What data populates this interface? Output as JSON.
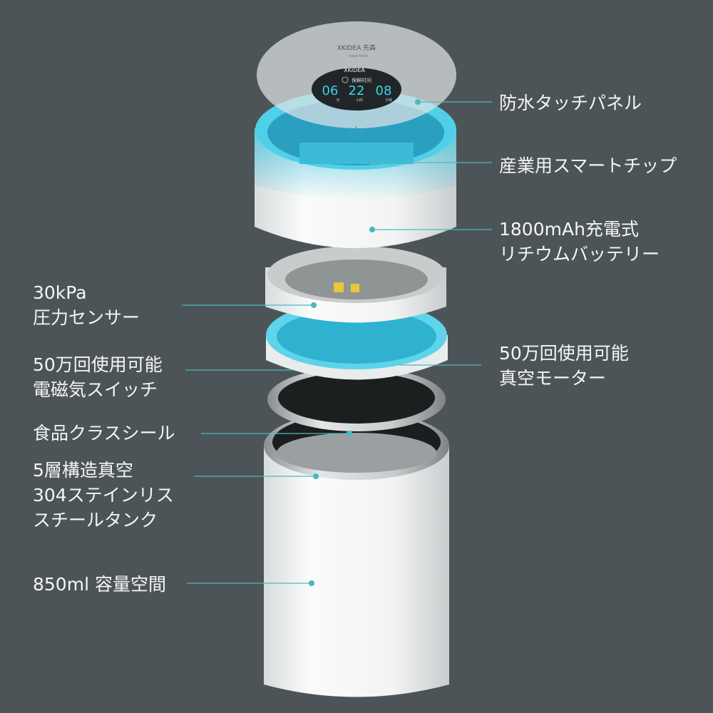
{
  "colors": {
    "background": "#4c5457",
    "accent": "#4fb8bd",
    "cyan_glow": "#4ad0e6"
  },
  "device": {
    "logo_text": "XKIDEA 先森",
    "logo_subtext": "keep fresh",
    "screen_brand": "XKIDEA",
    "screen_title": "保鮮时间",
    "time_values": [
      "06",
      "22",
      "08"
    ],
    "time_units": [
      "天",
      "小时",
      "分钟"
    ]
  },
  "callouts_right": [
    {
      "lines": [
        "防水タッチパネル"
      ]
    },
    {
      "lines": [
        "産業用スマートチップ"
      ]
    },
    {
      "lines": [
        "1800mAh充電式",
        "リチウムバッテリー"
      ]
    },
    {
      "lines": [
        "50万回使用可能",
        "真空モーター"
      ]
    }
  ],
  "callouts_left": [
    {
      "lines": [
        "30kPa",
        "圧力センサー"
      ]
    },
    {
      "lines": [
        "50万回使用可能",
        "電磁気スイッチ"
      ]
    },
    {
      "lines": [
        "食品クラスシール"
      ]
    },
    {
      "lines": [
        "5層構造真空",
        "304ステインリス",
        "スチールタンク"
      ]
    },
    {
      "lines": [
        "850ml 容量空間"
      ]
    }
  ]
}
